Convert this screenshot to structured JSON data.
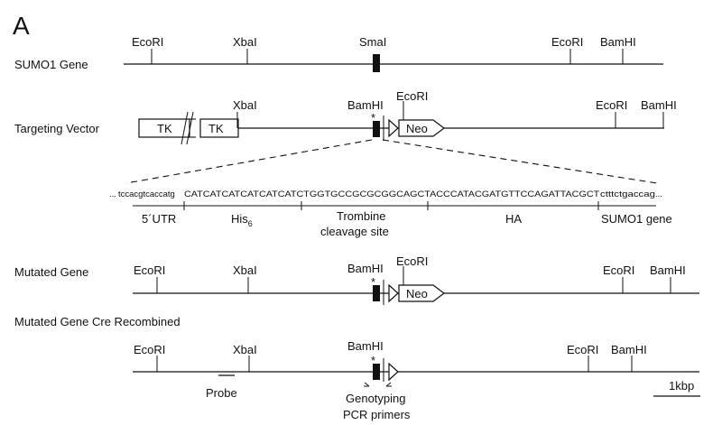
{
  "panel_label": "A",
  "rows": {
    "sumo1_gene": "SUMO1 Gene",
    "targeting_vector": "Targeting Vector",
    "mutated_gene": "Mutated Gene",
    "mutated_gene_cre": "Mutated Gene Cre Recombined"
  },
  "sites": {
    "ecori": "EcoRI",
    "xbai": "XbaI",
    "smai": "SmaI",
    "bamhi": "BamHI"
  },
  "markers": {
    "tk": "TK",
    "neo": "Neo",
    "star": "*"
  },
  "sequence": {
    "leading_dots": "...",
    "utr_lower": "tccacgtcaccatg",
    "coding_upper": "CATCATCATCATCATCATCTGGTGCCGCGCGGCAGCTACCCATACGATGTTCCAGATTACGCT",
    "sumo_lower": "ctttctgaccag",
    "trailing_dots": "..."
  },
  "segments": {
    "utr": "5´UTR",
    "his": "His",
    "his_sub": "6",
    "trombine_line1": "Trombine",
    "trombine_line2": "cleavage site",
    "ha": "HA",
    "sumo1_gene": "SUMO1 gene"
  },
  "annotations": {
    "probe": "Probe",
    "primers_line1": "Genotyping",
    "primers_line2": "PCR primers",
    "scale_bar": "1kbp"
  }
}
